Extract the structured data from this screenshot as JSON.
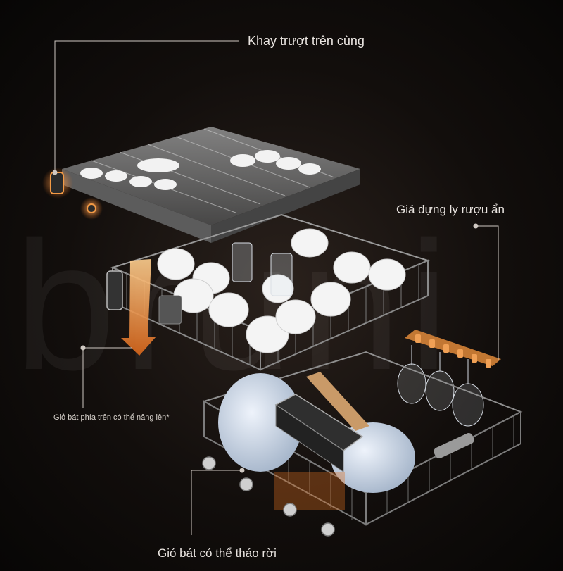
{
  "callouts": {
    "top_tray": "Khay trượt trên cùng",
    "glass_holder": "Giá đựng ly rượu ẩn",
    "upper_basket": "Giỏ bát phía trên có thể nâng lên*",
    "lower_basket": "Giỏ bát có thể tháo rời"
  },
  "watermark_text": "bruni",
  "colors": {
    "background": "#0c0a09",
    "accent_orange": "#e07a2a",
    "rack_metal": "#9a9a9a",
    "callout_line": "#cfc8c2"
  },
  "icons": {
    "lift_arrow": "arrow-down-up-icon"
  }
}
